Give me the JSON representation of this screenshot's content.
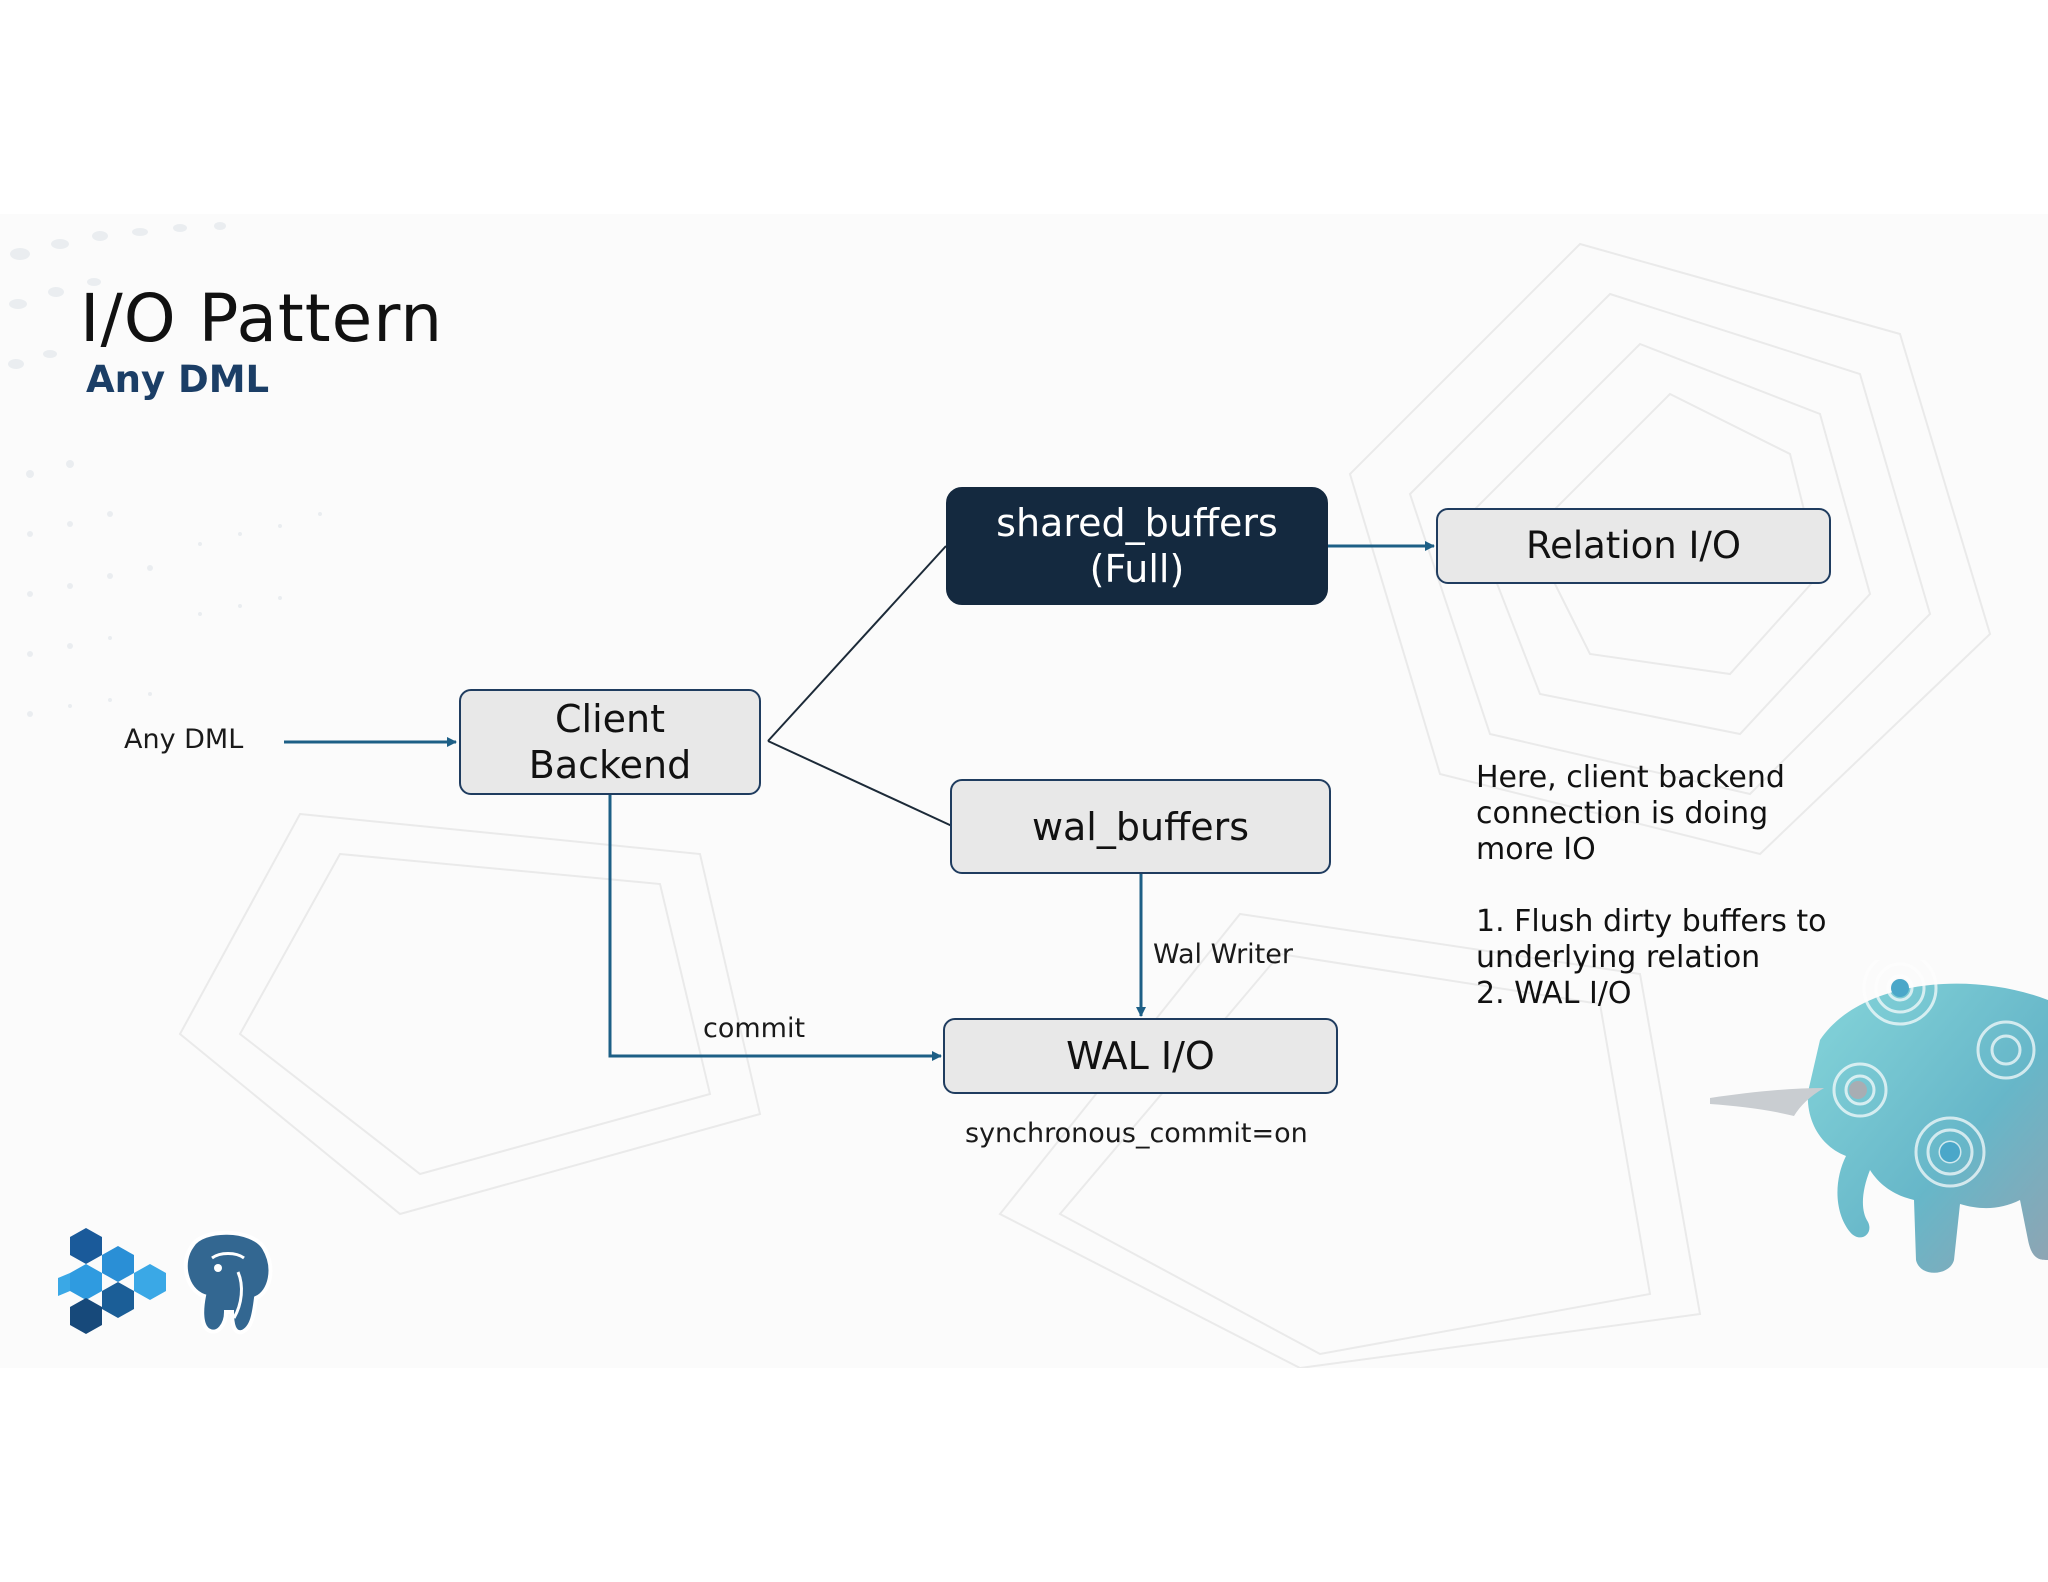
{
  "slide": {
    "title": "I/O Pattern",
    "subtitle": "Any DML"
  },
  "diagram": {
    "input_label": "Any DML",
    "nodes": {
      "client_backend": "Client\nBackend",
      "shared_buffers": "shared_buffers\n(Full)",
      "relation_io": "Relation I/O",
      "wal_buffers": "wal_buffers",
      "wal_io": "WAL I/O"
    },
    "edge_labels": {
      "commit": "commit",
      "wal_writer": "Wal Writer",
      "sync_commit": "synchronous_commit=on"
    }
  },
  "notes": {
    "intro": "Here,  client backend\nconnection is doing\nmore IO",
    "list": "1. Flush dirty buffers to\nunderlying relation\n2. WAL I/O"
  },
  "colors": {
    "dark_node": "#14293f",
    "arrow": "#1d5f86",
    "subtitle": "#1b3e66",
    "node_fill": "#e8e8e8"
  },
  "icons": {
    "logo_left": "hexagon-cluster-logo",
    "logo_right": "postgresql-elephant-logo",
    "decoration": "teal-elephant-illustration"
  }
}
